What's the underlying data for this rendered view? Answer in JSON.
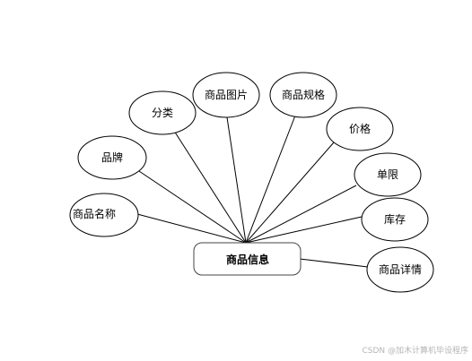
{
  "entity": {
    "label": "商品信息"
  },
  "attributes": [
    {
      "id": "name",
      "label": "商品名称"
    },
    {
      "id": "brand",
      "label": "品牌"
    },
    {
      "id": "category",
      "label": "分类"
    },
    {
      "id": "image",
      "label": "商品图片"
    },
    {
      "id": "spec",
      "label": "商品规格"
    },
    {
      "id": "price",
      "label": "价格"
    },
    {
      "id": "limit",
      "label": "单限"
    },
    {
      "id": "stock",
      "label": "库存"
    },
    {
      "id": "detail",
      "label": "商品详情"
    }
  ],
  "watermark": "CSDN @加木计算机毕设程序"
}
